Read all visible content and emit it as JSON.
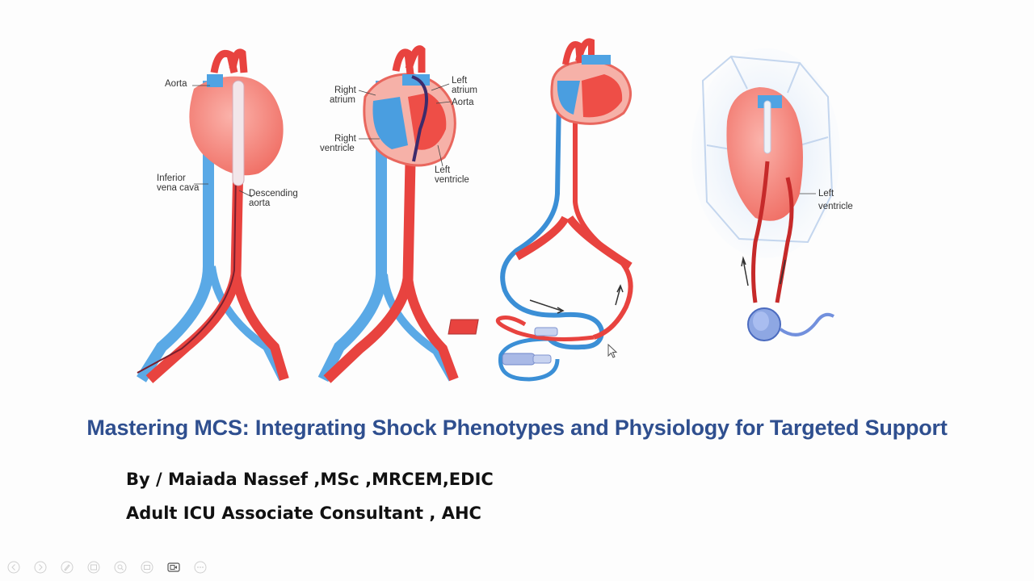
{
  "slide": {
    "title": "Mastering MCS: Integrating Shock Phenotypes and Physiology for Targeted Support",
    "author_line": "By /  Maiada Nassef ,MSc ,MRCEM,EDIC",
    "role_line": "Adult ICU Associate Consultant , AHC"
  },
  "figure1": {
    "aorta": "Aorta",
    "inferior_vena_cava_1": "Inferior",
    "inferior_vena_cava_2": "vena cava",
    "descending_aorta_1": "Descending",
    "descending_aorta_2": "aorta"
  },
  "figure2": {
    "right_atrium_1": "Right",
    "right_atrium_2": "atrium",
    "left_atrium_1": "Left",
    "left_atrium_2": "atrium",
    "aorta": "Aorta",
    "right_ventricle_1": "Right",
    "right_ventricle_2": "ventricle",
    "left_ventricle_1": "Left",
    "left_ventricle_2": "ventricle"
  },
  "figure4": {
    "left_ventricle_1": "Left",
    "left_ventricle_2": "ventricle"
  },
  "toolbar": {
    "icons": [
      "prev-icon",
      "next-icon",
      "pen-icon",
      "slides-icon",
      "zoom-icon",
      "subtitles-icon",
      "camera-icon",
      "more-icon"
    ]
  },
  "colors": {
    "title": "#2f4f8f",
    "artery": "#e8433f",
    "vein": "#4a9ee0"
  }
}
